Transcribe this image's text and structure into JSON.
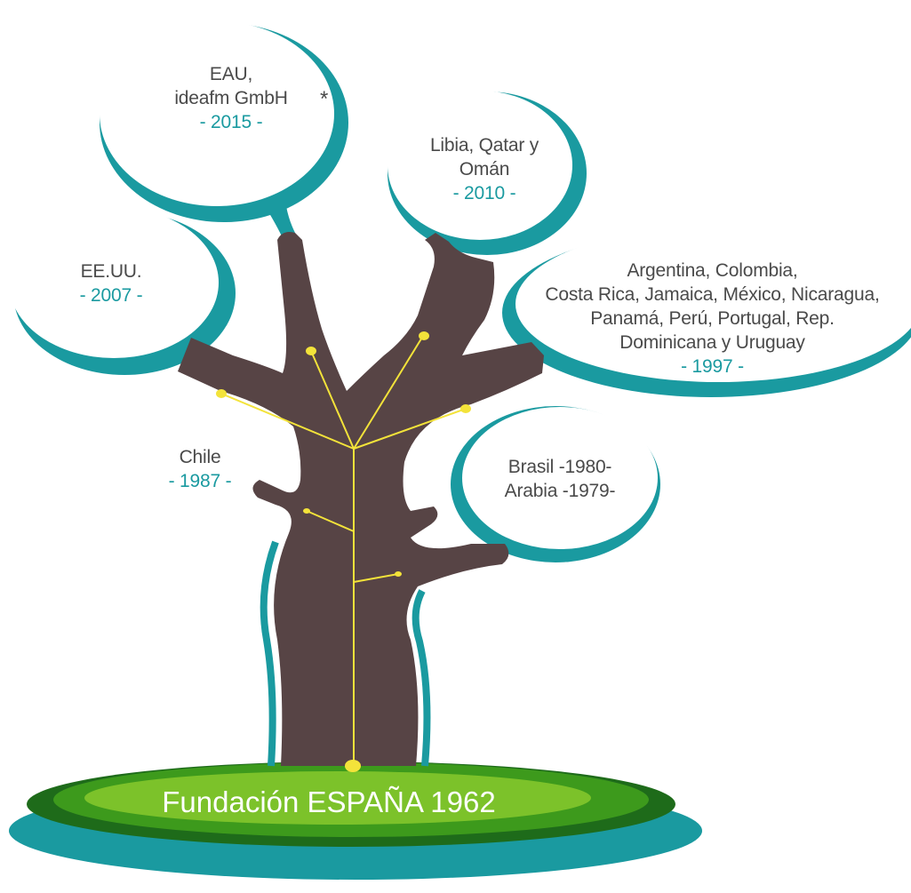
{
  "colors": {
    "teal": "#1a9aa0",
    "trunk": "#574445",
    "branch_lines": "#f3e33a",
    "grass_dark": "#1e6b1a",
    "grass_mid": "#3d9a1c",
    "grass_light": "#7cc22a",
    "text": "#4a4a4a"
  },
  "nodes": [
    {
      "id": "eau",
      "names": [
        "EAU,",
        "ideafm GmbH"
      ],
      "year": "- 2015 -"
    },
    {
      "id": "libia",
      "names": [
        "Libia, Qatar y",
        "Omán"
      ],
      "year": "- 2010 -"
    },
    {
      "id": "eeuu",
      "names": [
        "EE.UU."
      ],
      "year": "- 2007 -"
    },
    {
      "id": "argentina",
      "names": [
        "Argentina, Colombia,",
        "Costa Rica, Jamaica, México, Nicaragua,",
        "Panamá, Perú, Portugal, Rep.",
        "Dominicana y Uruguay"
      ],
      "year": "- 1997 -"
    },
    {
      "id": "chile",
      "names": [
        "Chile"
      ],
      "year": "- 1987 -"
    },
    {
      "id": "brasil",
      "names": [
        "Brasil -1980-",
        "Arabia -1979-"
      ],
      "year": ""
    }
  ],
  "asterisk": "*",
  "base": {
    "title": "Fundación ESPAÑA 1962"
  }
}
